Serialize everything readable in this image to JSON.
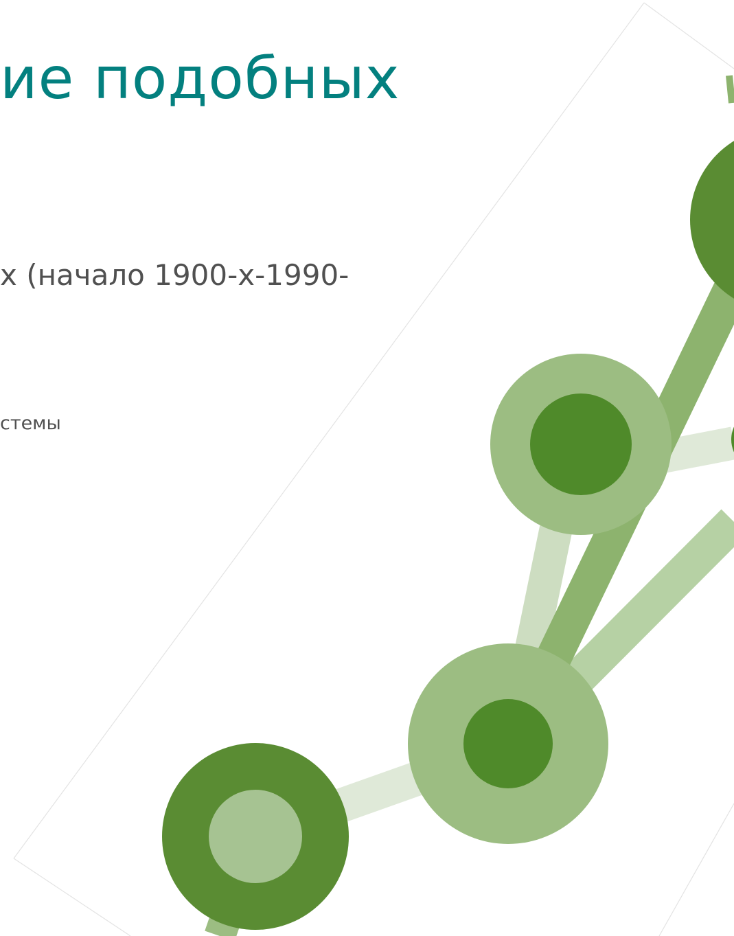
{
  "slide": {
    "title": "ие подобных",
    "line1": "х (начало 1900-х-1990-",
    "line2": "стемы"
  },
  "decoration": {
    "description_icon": "network-nodes",
    "colors": {
      "title": "#03807f",
      "text": "#505050",
      "dark_green": "#5a8c33",
      "core_green": "#4f8a2a",
      "mid_green": "#9cbd82",
      "light_green": "#b6d1a4",
      "pale_green": "#dfe9d8"
    }
  }
}
